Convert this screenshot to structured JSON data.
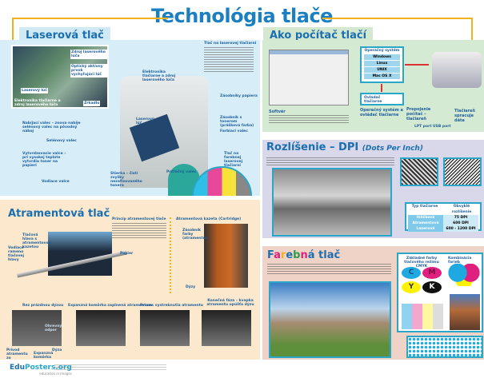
{
  "title": "Technológia tlače",
  "laser": {
    "heading": "Laserová tlač",
    "inset_labels": [
      "Zdroj laserového lúča",
      "Optický aktívny prvok vychyľujúci lúč",
      "Laserový lúč",
      "Elektronika tlačiarne a zdroj laserového lúča",
      "Zrkadlo"
    ],
    "labels": [
      "Elektronika tlačiarne a zdroj laserového lúča",
      "Laserový lúč",
      "Zásobníky papiera",
      "Zásobník s tonerom (prášková farba)",
      "Farbiaci valec",
      "Nabíjací valec – znova nabije selénový valec na pôvodný náboj",
      "Selénový valec",
      "Vytvrdzovacie valce – pri vysokej teplote vytvrdia toner na papieri",
      "Vodiace valce",
      "Stierka – čistí zvyšky nezafixovaného tonera",
      "Prítlačný valec",
      "Tlač na farebnej laserovej tlačiarni"
    ],
    "info_title": "Tlač na laserovej tlačiarni"
  },
  "computer": {
    "heading": "Ako počítač tlačí",
    "os_title": "Operačný systém",
    "os_list": [
      "Windows",
      "Linux",
      "UNIX",
      "Mac OS X"
    ],
    "driver": "Ovládač tlačiarne",
    "software": "Softvér",
    "os_driver": "Operačný systém a ovládač tlačiarne",
    "connection": "Prepojenie počítač – tlačiareň",
    "ports": [
      "LPT port",
      "USB port"
    ],
    "processing": "Tlačiareň spracuje dáta"
  },
  "dpi": {
    "heading": "Rozlíšenie – DPI",
    "subheading": "(Dots Per Inch)",
    "table_headers": [
      "Typ tlačiarne",
      "Obvyklé rozlíšenie"
    ],
    "table_rows": [
      [
        "Ihličková",
        "75 DPI"
      ],
      [
        "Atramentová",
        "600 DPI"
      ],
      [
        "Laserová",
        "600 - 1200 DPI"
      ]
    ]
  },
  "inkjet": {
    "heading": "Atramentová tlač",
    "labels": [
      "Tlačová hlava s atramentovou kazetou",
      "Vodiace rameno tlačovej hlavy",
      "Papier"
    ],
    "principle_title": "Princíp atramentovej tlače",
    "cartridge_title": "Atramentová kazeta (Cartridge)",
    "cartridge_labels": [
      "Zásobník farby (atramentu)",
      "Dýzy"
    ],
    "steps": [
      "Rez prázdnou dýzou",
      "Expanzná komôrka zaplnená atramentom",
      "Proces vystreknutia atramentu",
      "Konečná fáza – kvapka atramentu opúšťa dýzu"
    ],
    "step1_labels": [
      "Prívod atramentu zo zásobníka",
      "Expanzná komôrka",
      "Dýza",
      "Ohrevný odpor"
    ]
  },
  "color": {
    "heading_letters": [
      "F",
      "a",
      "r",
      "e",
      "b",
      "n",
      "á"
    ],
    "heading_rest": " tlač",
    "cmyk_title": "Základné farby tlačového režimu CMYK",
    "cmyk": [
      "C",
      "M",
      "Y",
      "K"
    ],
    "mix_title": "Kombinácia farieb",
    "letter_colors": [
      "#1b6fb0",
      "#e0207f",
      "#f2b21b",
      "#1b6fb0",
      "#2a9d4a",
      "#e0207f",
      "#1b6fb0"
    ]
  },
  "footer": {
    "logo_a": "Edu",
    "logo_b": "Posters.org",
    "tagline": "education in images"
  },
  "colors": {
    "accent": "#1b7fc1",
    "orange": "#f2b21b",
    "cyan": "#1ea9e1",
    "magenta": "#e0207f",
    "yellow": "#fff200",
    "black": "#111"
  }
}
